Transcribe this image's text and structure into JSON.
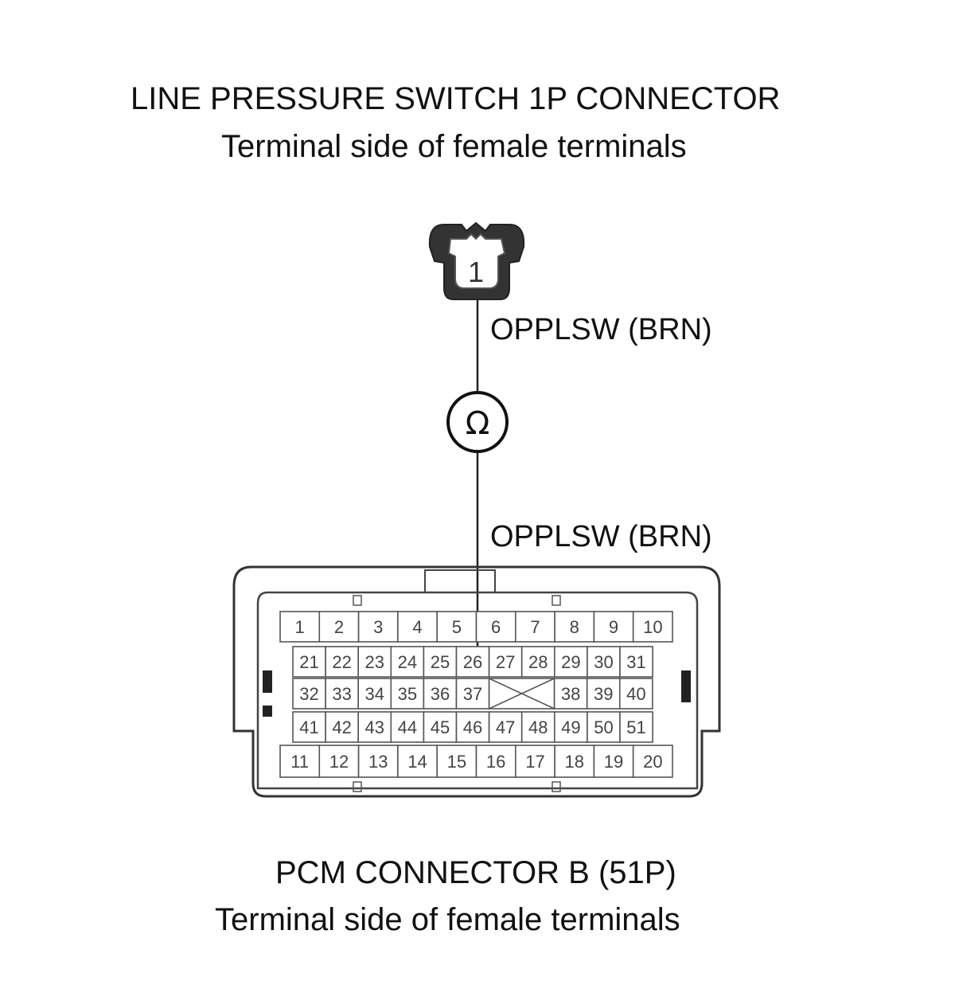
{
  "top_connector": {
    "title": "LINE PRESSURE SWITCH 1P CONNECTOR",
    "subtitle": "Terminal side of female terminals",
    "pin_label": "1"
  },
  "wire": {
    "label_top": "OPPLSW (BRN)",
    "label_bottom": "OPPLSW (BRN)",
    "meter_symbol": "Ω",
    "meter_icon": "ohmmeter-icon"
  },
  "bottom_connector": {
    "title": "PCM CONNECTOR B (51P)",
    "subtitle": "Terminal side of female terminals",
    "rows": [
      [
        "1",
        "2",
        "3",
        "4",
        "5",
        "6",
        "7",
        "8",
        "9",
        "10"
      ],
      [
        "21",
        "22",
        "23",
        "24",
        "25",
        "26",
        "27",
        "28",
        "29",
        "30",
        "31"
      ],
      [
        "32",
        "33",
        "34",
        "35",
        "36",
        "37",
        "",
        "38",
        "39",
        "40"
      ],
      [
        "41",
        "42",
        "43",
        "44",
        "45",
        "46",
        "47",
        "48",
        "49",
        "50",
        "51"
      ],
      [
        "11",
        "12",
        "13",
        "14",
        "15",
        "16",
        "17",
        "18",
        "19",
        "20"
      ]
    ],
    "probed_pin": "26"
  }
}
